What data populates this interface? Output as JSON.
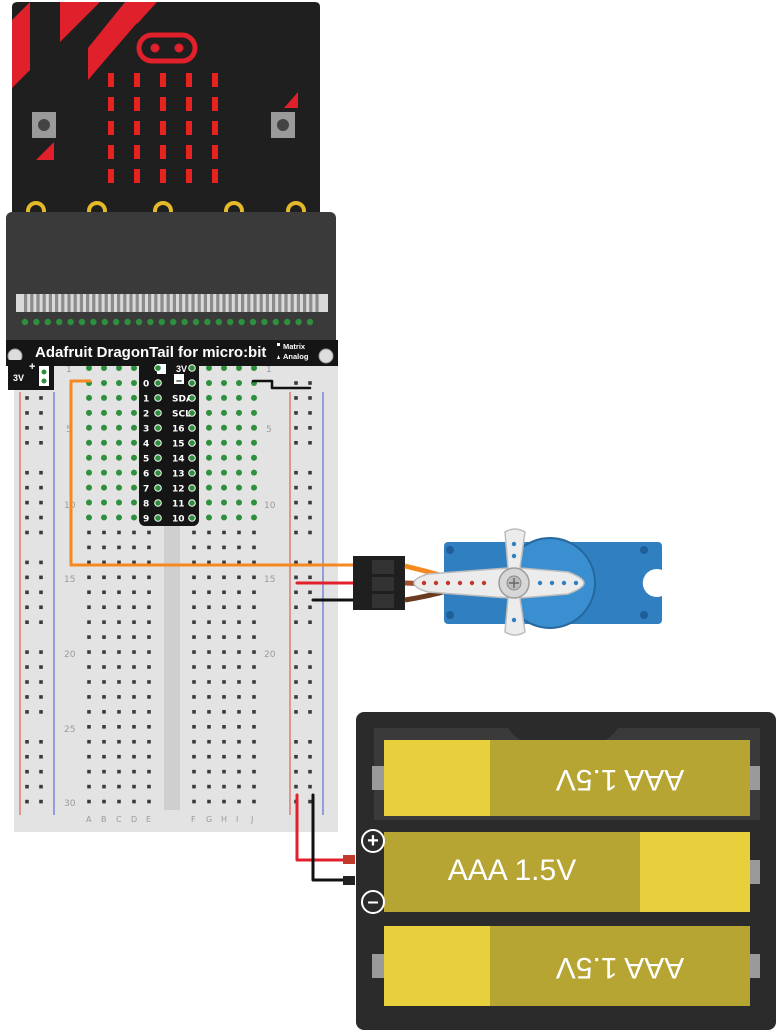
{
  "dragontail": {
    "title": "Adafruit DragonTail for micro:bit",
    "legend_matrix": "Matrix",
    "legend_analog": "Analog",
    "power_label": "3V",
    "left_pins": [
      "0",
      "1",
      "2",
      "3",
      "4",
      "5",
      "6",
      "7",
      "8",
      "9"
    ],
    "right_pins": [
      "SDA",
      "SCL",
      "16",
      "15",
      "14",
      "13",
      "12",
      "11",
      "10"
    ],
    "top_right_label": "3V",
    "minus_label": "–"
  },
  "breadboard": {
    "row_numbers_left": [
      "1",
      "5",
      "10",
      "15",
      "20",
      "25",
      "30"
    ],
    "row_numbers_right": [
      "1",
      "5",
      "10",
      "15",
      "20"
    ],
    "columns_left": [
      "A",
      "B",
      "C",
      "D",
      "E"
    ],
    "columns_right": [
      "F",
      "G",
      "H",
      "I",
      "J"
    ]
  },
  "battery_pack": {
    "cells": [
      "AAA 1.5V",
      "AAA 1.5V",
      "AAA 1.5V"
    ],
    "plus_symbol": "+",
    "minus_symbol": "–"
  },
  "colors": {
    "microbit_black": "#1f1f1f",
    "microbit_red": "#e0202a",
    "led_red": "#e8231f",
    "gold": "#e4b92a",
    "proto_green": "#2e8f3c",
    "wire_orange": "#f5891f",
    "wire_red": "#e0202a",
    "wire_black": "#111111",
    "servo_blue": "#2f7fc1",
    "battery_yellow": "#e8cf3c",
    "battery_olive": "#b6a533"
  }
}
